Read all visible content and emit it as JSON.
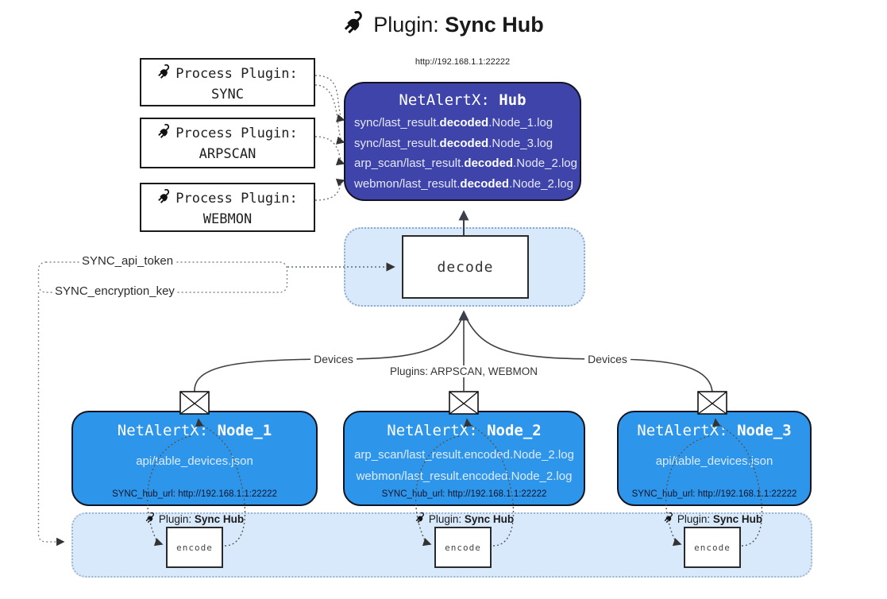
{
  "title": {
    "prefix": "Plugin:",
    "name": "Sync Hub"
  },
  "hub": {
    "url_label": "http://192.168.1.1:22222",
    "title_prefix": "NetAlertX:",
    "title_name": "Hub",
    "logs": [
      {
        "pre": "sync/last_result.",
        "bold": "decoded",
        "post": ".Node_1.log"
      },
      {
        "pre": "sync/last_result.",
        "bold": "decoded",
        "post": ".Node_3.log"
      },
      {
        "pre": "arp_scan/last_result.",
        "bold": "decoded",
        "post": ".Node_2.log"
      },
      {
        "pre": "webmon/last_result.",
        "bold": "decoded",
        "post": ".Node_2.log"
      }
    ]
  },
  "process_plugins": [
    {
      "label": "Process Plugin:",
      "name": "SYNC"
    },
    {
      "label": "Process Plugin:",
      "name": "ARPSCAN"
    },
    {
      "label": "Process Plugin:",
      "name": "WEBMON"
    }
  ],
  "decode": {
    "label": "decode"
  },
  "keys": {
    "api_token": "SYNC_api_token",
    "encryption_key": "SYNC_encryption_key"
  },
  "edges": {
    "devices_left": "Devices",
    "devices_right": "Devices",
    "plugins_mid": "Plugins: ARPSCAN, WEBMON"
  },
  "nodes": [
    {
      "title_prefix": "NetAlertX:",
      "title_name": "Node_1",
      "files": [
        "api/table_devices.json"
      ],
      "hub_url": "SYNC_hub_url: http://192.168.1.1:22222"
    },
    {
      "title_prefix": "NetAlertX:",
      "title_name": "Node_2",
      "files": [
        "arp_scan/last_result.encoded.Node_2.log",
        "webmon/last_result.encoded.Node_2.log"
      ],
      "hub_url": "SYNC_hub_url: http://192.168.1.1:22222"
    },
    {
      "title_prefix": "NetAlertX:",
      "title_name": "Node_3",
      "files": [
        "api/table_devices.json"
      ],
      "hub_url": "SYNC_hub_url: http://192.168.1.1:22222"
    }
  ],
  "encode_bar": {
    "plugin_prefix": "Plugin:",
    "plugin_name": "Sync Hub",
    "encode_label": "encode"
  },
  "colors": {
    "hub_bg": "#3E44AA",
    "node_bg": "#2D96EB",
    "panel_bg": "#D7E9FA",
    "line_dark": "#3a3f4a"
  }
}
